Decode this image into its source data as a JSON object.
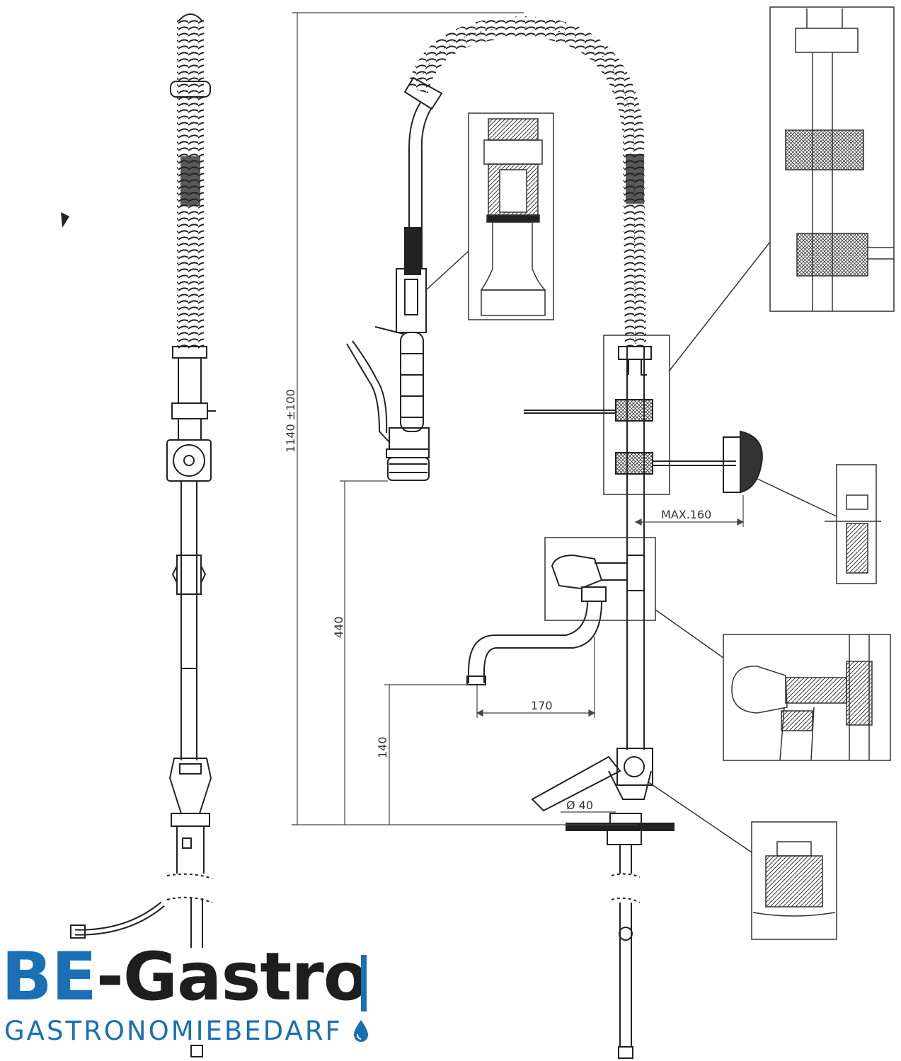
{
  "dimensions": {
    "total_height": "1140 ±100",
    "max_reach": "MAX.160",
    "handle_height": "440",
    "spout_height": "140",
    "spout_reach": "170",
    "hole_diameter": "Ø 40"
  },
  "brand": {
    "name_prefix": "BE",
    "name_suffix": "-Gastro",
    "tagline": "GASTRONOMIEBEDARF",
    "color": "#1a6fb5"
  }
}
